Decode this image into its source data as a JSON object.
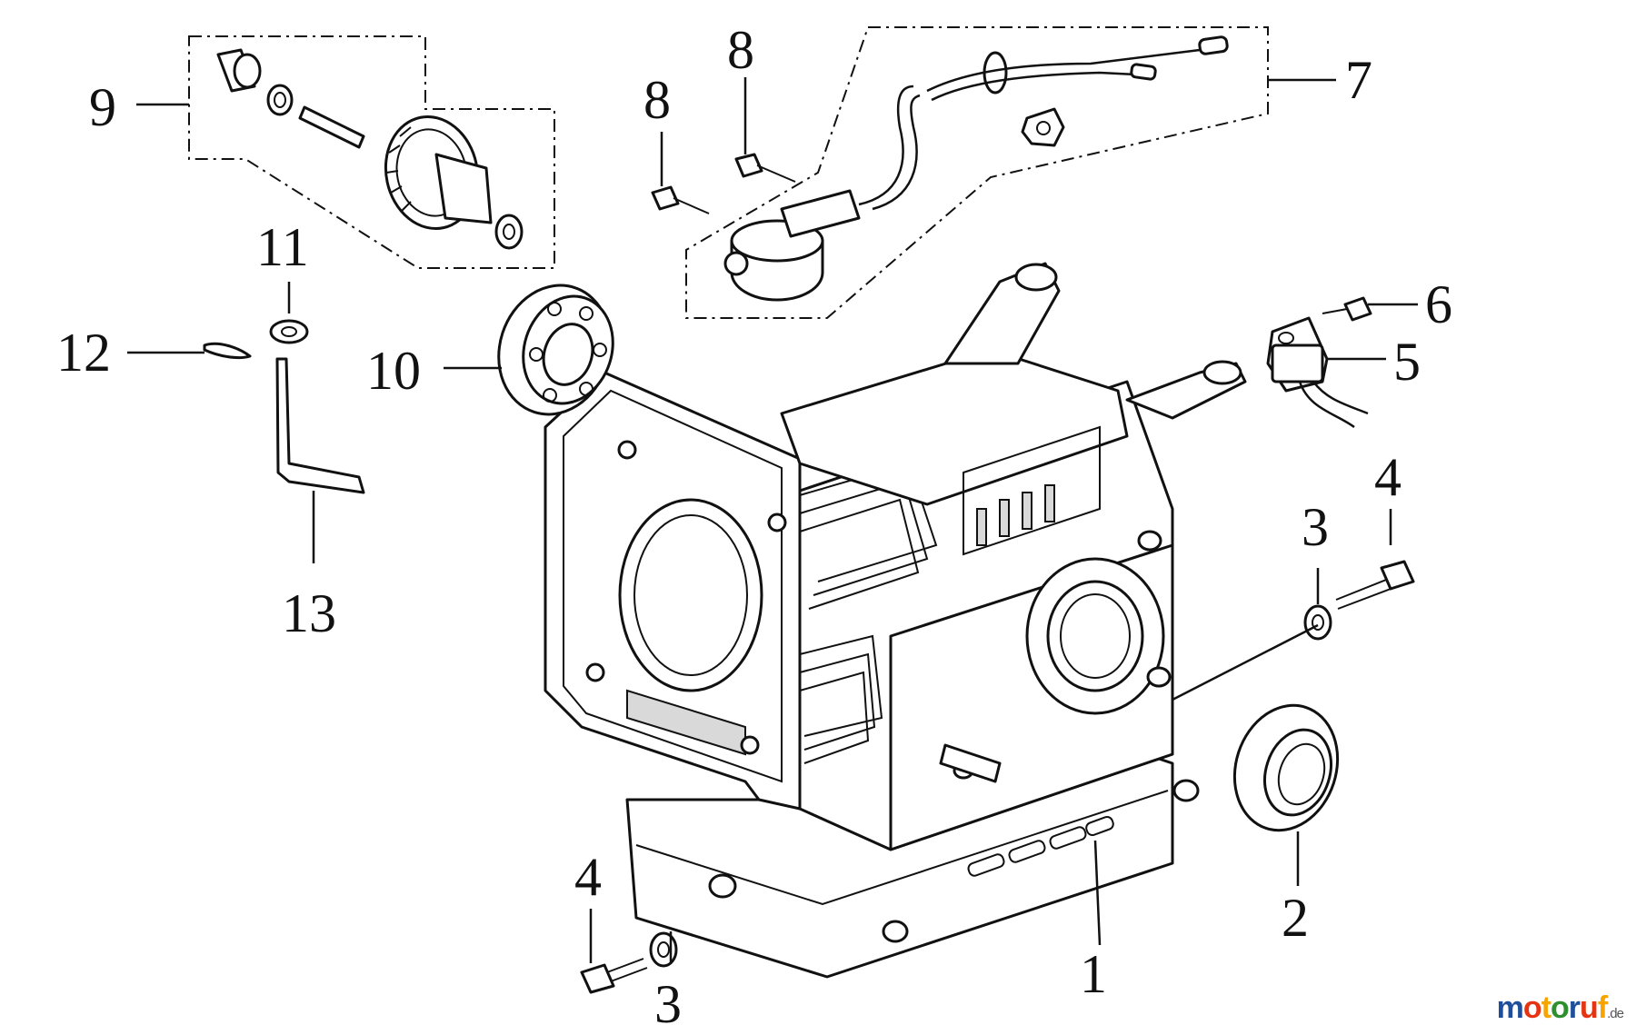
{
  "diagram": {
    "callouts": [
      {
        "id": "c1",
        "text": "1"
      },
      {
        "id": "c2",
        "text": "2"
      },
      {
        "id": "c3a",
        "text": "3"
      },
      {
        "id": "c3b",
        "text": "3"
      },
      {
        "id": "c4a",
        "text": "4"
      },
      {
        "id": "c4b",
        "text": "4"
      },
      {
        "id": "c5",
        "text": "5"
      },
      {
        "id": "c6",
        "text": "6"
      },
      {
        "id": "c7",
        "text": "7"
      },
      {
        "id": "c8a",
        "text": "8"
      },
      {
        "id": "c8b",
        "text": "8"
      },
      {
        "id": "c9",
        "text": "9"
      },
      {
        "id": "c10",
        "text": "10"
      },
      {
        "id": "c11",
        "text": "11"
      },
      {
        "id": "c12",
        "text": "12"
      },
      {
        "id": "c13",
        "text": "13"
      }
    ]
  },
  "watermark": {
    "letters": [
      {
        "ch": "m",
        "color": "#1f4e9c"
      },
      {
        "ch": "o",
        "color": "#e63312"
      },
      {
        "ch": "t",
        "color": "#f5a400"
      },
      {
        "ch": "o",
        "color": "#2f8f2f"
      },
      {
        "ch": "r",
        "color": "#1f4e9c"
      },
      {
        "ch": "u",
        "color": "#e63312"
      },
      {
        "ch": "f",
        "color": "#f5a400"
      }
    ],
    "suffix": ".de"
  }
}
